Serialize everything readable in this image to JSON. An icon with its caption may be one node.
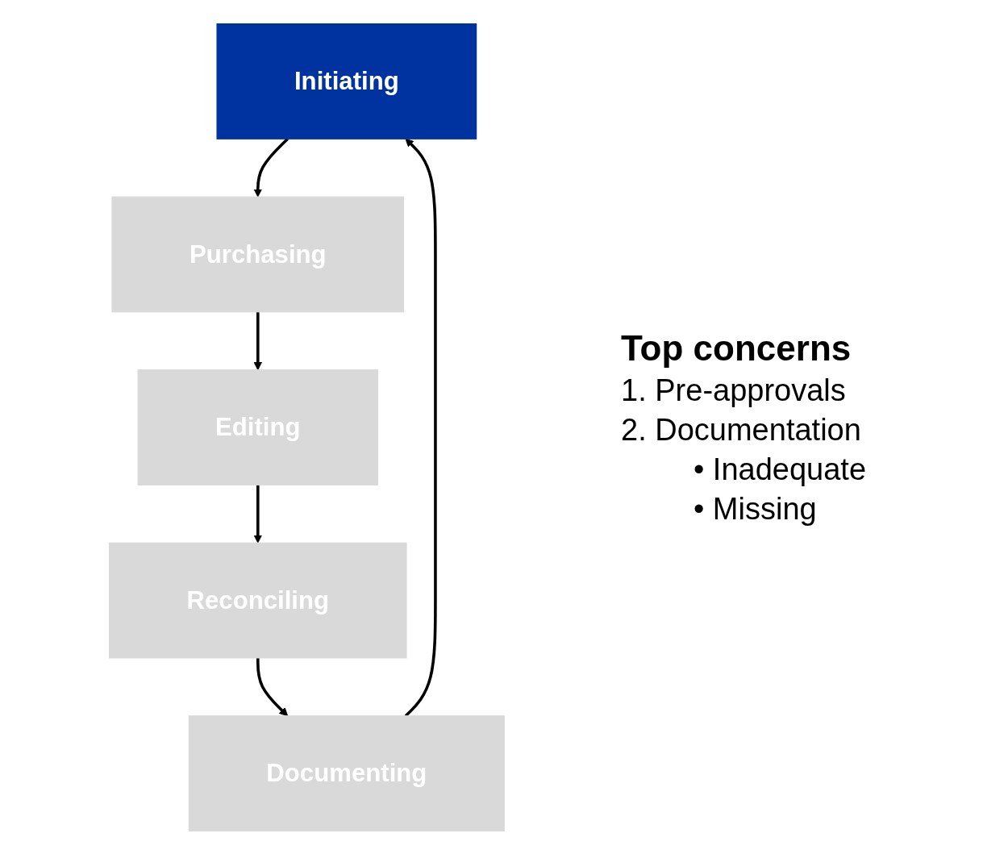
{
  "diagram": {
    "nodes": [
      {
        "text": [
          "Initiating"
        ]
      },
      {
        "text": [
          "Purchasing"
        ]
      },
      {
        "text": [
          "Editing"
        ]
      },
      {
        "text": [
          "Reconciling"
        ]
      },
      {
        "text": [
          "Documenting"
        ]
      }
    ],
    "edges": [
      {
        "from": 0,
        "to": 1,
        "arrow": "to"
      },
      {
        "from": 1,
        "to": 2,
        "arrow": "to"
      },
      {
        "from": 2,
        "to": 3,
        "arrow": "to"
      },
      {
        "from": 3,
        "to": 4,
        "arrow": "to"
      },
      {
        "from": 4,
        "to": 0,
        "arrow": "to"
      }
    ],
    "labels": [
      "Top concerns",
      "1. Pre-approvals",
      "2. Documentation",
      "• Inadequate",
      "• Missing"
    ]
  }
}
